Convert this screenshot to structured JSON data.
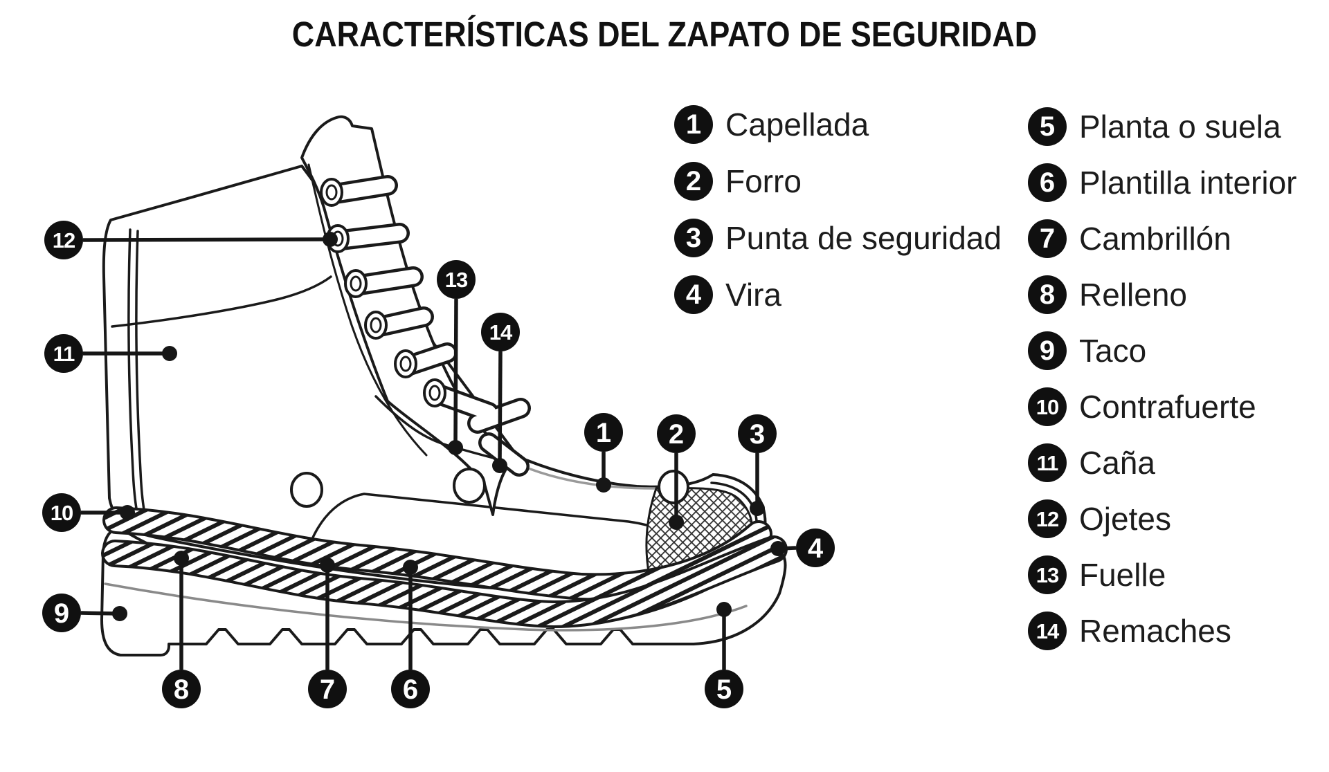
{
  "title": "CARACTERÍSTICAS DEL ZAPATO DE SEGURIDAD",
  "colors": {
    "background": "#ffffff",
    "ink": "#1a1a1a",
    "badge_fill": "#101010",
    "badge_text": "#ffffff",
    "soft_line_gray": "#9a9a9a"
  },
  "legend": {
    "items": [
      {
        "number": "1",
        "label": "Capellada"
      },
      {
        "number": "2",
        "label": "Forro"
      },
      {
        "number": "3",
        "label": "Punta de seguridad"
      },
      {
        "number": "4",
        "label": "Vira"
      },
      {
        "number": "5",
        "label": "Planta o suela"
      },
      {
        "number": "6",
        "label": "Plantilla interior"
      },
      {
        "number": "7",
        "label": "Cambrillón"
      },
      {
        "number": "8",
        "label": "Relleno"
      },
      {
        "number": "9",
        "label": "Taco"
      },
      {
        "number": "10",
        "label": "Contrafuerte"
      },
      {
        "number": "11",
        "label": "Caña"
      },
      {
        "number": "12",
        "label": "Ojetes"
      },
      {
        "number": "13",
        "label": "Fuelle"
      },
      {
        "number": "14",
        "label": "Remaches"
      }
    ]
  },
  "diagram": {
    "subject": "Dibujo lineal de una bota de seguridad (vista lateral) con 14 marcadores numerados"
  }
}
